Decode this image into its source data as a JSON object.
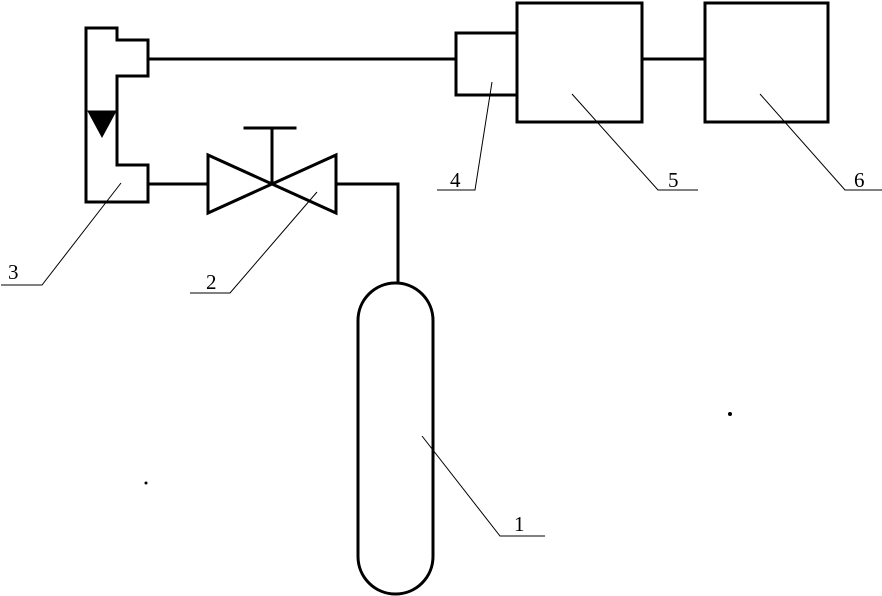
{
  "diagram": {
    "labels": {
      "cylinder": "1",
      "valve": "2",
      "flowmeter": "3",
      "sensor": "4",
      "analyzer": "5",
      "computer": "6"
    },
    "colors": {
      "stroke": "#000000",
      "background": "#ffffff"
    }
  }
}
